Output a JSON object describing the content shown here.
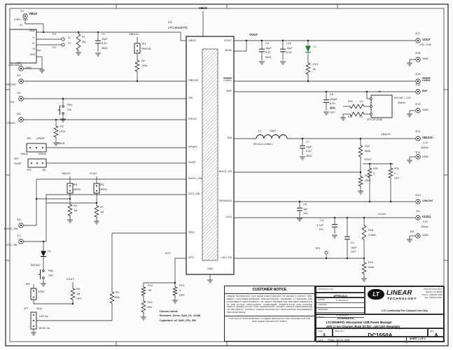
{
  "page": {
    "ink": "#1a1a1a",
    "green": "#1e7d32",
    "bg": "#fcfcfa"
  },
  "labels": [
    [
      "e1-id",
      "E1",
      32,
      14,
      4,
      "m"
    ],
    [
      "e1-net",
      "VBUS",
      41,
      18,
      4.4,
      "b"
    ],
    [
      "e1-range",
      "4.35V - 5.5V",
      20,
      27,
      3.6,
      ""
    ],
    [
      "j1-ref",
      "J1",
      28,
      34,
      4,
      ""
    ],
    [
      "j1-type",
      "USB Mini-B",
      12,
      92,
      3.8,
      ""
    ],
    [
      "j1-pin-vbus",
      "VBUS",
      50,
      43,
      3.2,
      "e"
    ],
    [
      "j1-pin-dm",
      "D-",
      50,
      53,
      3.2,
      "e"
    ],
    [
      "j1-pin-dp",
      "D+",
      50,
      61,
      3.2,
      "e"
    ],
    [
      "j1-pin-id",
      "ID",
      50,
      69,
      3.2,
      "e"
    ],
    [
      "j1-pin-gnd",
      "GND",
      50,
      77,
      3.2,
      "e"
    ],
    [
      "tp1-ref",
      "TP1",
      74,
      48,
      3.6,
      ""
    ],
    [
      "tp1-net",
      "D-",
      97,
      53,
      3.8,
      ""
    ],
    [
      "tp2-ref",
      "TP2",
      74,
      67,
      3.6,
      ""
    ],
    [
      "tp2-net",
      "D+",
      97,
      61,
      3.8,
      ""
    ],
    [
      "e2-id",
      "E2",
      27,
      88,
      4,
      "m"
    ],
    [
      "e2-net",
      "GND",
      36,
      95,
      4,
      ""
    ],
    [
      "r1-ref",
      "R1",
      117,
      52,
      3.8,
      ""
    ],
    [
      "r1-val",
      "1M",
      117,
      59,
      3.8,
      ""
    ],
    [
      "c1-ref",
      "C1",
      145,
      48,
      3.8,
      ""
    ],
    [
      "c1-val",
      "10µF",
      145,
      54.5,
      3.8,
      ""
    ],
    [
      "c1-volt",
      "6.3V",
      145,
      61,
      3.8,
      ""
    ],
    [
      "c1-pkg",
      "0603",
      145,
      67.5,
      3.8,
      ""
    ],
    [
      "vbuck-jp1",
      "VBUCK",
      184,
      47,
      4,
      ""
    ],
    [
      "jp1-ref",
      "JP1",
      202,
      62,
      3.8,
      ""
    ],
    [
      "jp1-fn",
      "PBSTAT",
      202,
      69,
      3.8,
      ""
    ],
    [
      "r2-ref",
      "R2",
      202,
      86,
      3.8,
      ""
    ],
    [
      "r2-val",
      "100k",
      202,
      93,
      3.8,
      ""
    ],
    [
      "e3-id",
      "E3",
      27,
      106,
      4,
      "m"
    ],
    [
      "e3-net",
      "PBSTAT",
      8,
      119,
      4,
      ""
    ],
    [
      "e4-id",
      "E4",
      27,
      131,
      4,
      "m"
    ],
    [
      "e4-net",
      "ON",
      14,
      144,
      4,
      ""
    ],
    [
      "pb1-ref",
      "PB1",
      96,
      149,
      3.8,
      ""
    ],
    [
      "pb1-fn",
      "ON",
      96,
      156,
      3.8,
      ""
    ],
    [
      "e5-id",
      "E5",
      27,
      161,
      4,
      "m"
    ],
    [
      "e5-net",
      "PROG",
      10,
      174,
      4,
      ""
    ],
    [
      "r3-ref",
      "R3",
      86,
      180,
      3.8,
      ""
    ],
    [
      "r3-val",
      "1.87k",
      84,
      187,
      3.8,
      ""
    ],
    [
      "jp2-ref",
      "JP2",
      38,
      197,
      3.8,
      ""
    ],
    [
      "jp2-fn",
      "HPWR",
      52,
      197,
      3.8,
      ""
    ],
    [
      "jp2-opt1",
      "100mA",
      29,
      219,
      3.4,
      ""
    ],
    [
      "jp2-opt2",
      "500mA",
      55,
      219,
      3.4,
      ""
    ],
    [
      "vbus-jp2",
      "VBUS",
      82,
      204,
      3.8,
      ""
    ],
    [
      "jp3-ref",
      "JP3",
      20,
      226,
      3.8,
      ""
    ],
    [
      "jp3-fn",
      "SUSP",
      20,
      233,
      3.8,
      ""
    ],
    [
      "jp3-opt1",
      "OFF",
      38,
      242,
      3.4,
      ""
    ],
    [
      "jp3-opt2",
      "ON",
      60,
      242,
      3.4,
      ""
    ],
    [
      "vbuck-jp4",
      "VBUCK",
      88,
      247,
      3.8,
      ""
    ],
    [
      "vldo-jp5",
      "VLDO",
      128,
      247,
      3.8,
      ""
    ],
    [
      "jp4-ref",
      "JP4",
      104,
      263,
      3.8,
      ""
    ],
    [
      "jp4-open",
      "OPEN",
      104,
      270,
      3.8,
      ""
    ],
    [
      "jp5-ref",
      "JP5",
      142,
      263,
      3.8,
      ""
    ],
    [
      "jp5-open",
      "OPEN",
      142,
      270,
      3.8,
      ""
    ],
    [
      "r4-ref",
      "R4",
      105,
      293,
      3.8,
      ""
    ],
    [
      "r4-val",
      "1M",
      105,
      300,
      3.8,
      ""
    ],
    [
      "r7-ref",
      "R7",
      143,
      295,
      3.8,
      ""
    ],
    [
      "r7-val",
      "1M",
      143,
      302,
      3.8,
      ""
    ],
    [
      "e6-id",
      "E6",
      27,
      312,
      4,
      "m"
    ],
    [
      "e6-net",
      "BUCK_ON",
      6,
      325,
      4,
      ""
    ],
    [
      "e7-id",
      "E7",
      27,
      335,
      4,
      "m"
    ],
    [
      "e7-net",
      "LDO_ON",
      8,
      348,
      4,
      ""
    ],
    [
      "d1-ref",
      "D1",
      68,
      358,
      3.8,
      ""
    ],
    [
      "d1-part",
      "BAT54C",
      44,
      378,
      3.8,
      ""
    ],
    [
      "pb2-ref",
      "PB2",
      69,
      386,
      3.8,
      ""
    ],
    [
      "pb2-fn",
      "OFF",
      69,
      393,
      3.8,
      ""
    ],
    [
      "jp6-ref",
      "JP6",
      36,
      405,
      3.8,
      ""
    ],
    [
      "jp6-fn",
      "STBY",
      54,
      416,
      3.8,
      ""
    ],
    [
      "vout-r8",
      "VOUT",
      95,
      398,
      3.8,
      ""
    ],
    [
      "r8-ref",
      "R8",
      109,
      412,
      3.8,
      ""
    ],
    [
      "r8-val",
      "1M",
      109,
      419,
      3.8,
      ""
    ],
    [
      "r8-opt",
      "OPT",
      109,
      426,
      3.8,
      ""
    ],
    [
      "jp7-ref",
      "JP7",
      34,
      440,
      3.8,
      ""
    ],
    [
      "jp7-fn",
      "SEQ",
      52,
      440,
      3.8,
      ""
    ],
    [
      "jp7-opt1",
      "LDO 1st",
      56,
      451,
      3.4,
      ""
    ],
    [
      "jp7-opt2",
      "BUCK 1st",
      56,
      468,
      3.4,
      ""
    ],
    [
      "r9-ref",
      "R9",
      165,
      417,
      3.8,
      ""
    ],
    [
      "r9-val",
      "100k",
      163,
      424,
      3.8,
      ""
    ],
    [
      "ntc-net",
      "NTC",
      236,
      360,
      4,
      ""
    ],
    [
      "r12-ref",
      "R12",
      211,
      407,
      3.8,
      ""
    ],
    [
      "r12-val",
      "1M",
      211,
      414,
      3.8,
      ""
    ],
    [
      "r11-ref",
      "R11",
      211,
      431,
      3.8,
      ""
    ],
    [
      "r11-val",
      "100k",
      209,
      438,
      3.8,
      ""
    ],
    [
      "r13-ref",
      "R13",
      256,
      407,
      3.8,
      ""
    ],
    [
      "r13-val",
      "0",
      256,
      414,
      3.8,
      ""
    ],
    [
      "r13-opt",
      "OPT",
      256,
      421,
      3.8,
      ""
    ],
    [
      "note-1",
      "Unless noted:",
      228,
      443,
      4,
      "b"
    ],
    [
      "note-2",
      "Resistors: Ohms, 0402, 1%, 1/16W",
      228,
      450,
      3.6,
      "b"
    ],
    [
      "note-3",
      "Capacitors: uF, 0402, 10%, 50V",
      228,
      457,
      3.6,
      "b"
    ],
    [
      "vbus-top",
      "VBUS",
      290,
      10,
      4.4,
      "bm"
    ],
    [
      "u1-ref",
      "U1",
      240,
      30,
      4.4,
      ""
    ],
    [
      "u1-part",
      "LTC3553EPD",
      240,
      38,
      4.6,
      ""
    ],
    [
      "ic-gnd",
      "GND",
      300,
      383,
      3.8,
      "m"
    ],
    [
      "pin-vbus",
      "VBUS",
      269,
      56,
      4,
      ""
    ],
    [
      "pin-pbstat",
      "PBSTAT",
      269,
      113,
      4,
      ""
    ],
    [
      "pin-on",
      "ON",
      269,
      138,
      4,
      ""
    ],
    [
      "pin-prog",
      "PROG",
      269,
      168,
      4,
      ""
    ],
    [
      "pin-hpwr",
      "HPWR",
      269,
      208,
      4,
      ""
    ],
    [
      "pin-susp",
      "SUSP",
      269,
      230,
      4,
      ""
    ],
    [
      "pin-buckon",
      "BUCK_ON",
      269,
      253,
      4,
      ""
    ],
    [
      "pin-ldoon",
      "LDO_ON",
      269,
      275,
      4,
      ""
    ],
    [
      "pin-seq",
      "SEQ",
      269,
      330,
      4,
      ""
    ],
    [
      "pin-ntc",
      "NTC",
      269,
      366,
      4,
      ""
    ],
    [
      "pin-vout",
      "VOUT",
      331,
      56,
      4,
      "e"
    ],
    [
      "pin-bvin",
      "BVIN",
      331,
      70,
      4,
      "e"
    ],
    [
      "pin-chrg",
      "CHRG",
      331,
      113,
      4,
      "eo"
    ],
    [
      "pin-bat",
      "BAT",
      331,
      128,
      4,
      "e"
    ],
    [
      "pin-sw",
      "SW",
      331,
      195,
      4,
      "e"
    ],
    [
      "pin-buckfb",
      "BUCK_FB",
      331,
      243,
      4,
      "e"
    ],
    [
      "pin-bvinldo",
      "BVINLDO",
      331,
      285,
      4,
      "e"
    ],
    [
      "pin-ldo",
      "LDO",
      331,
      308,
      4,
      "e"
    ],
    [
      "pin-ldofb",
      "LDO_FB",
      331,
      366,
      4,
      "e"
    ],
    [
      "vout-top",
      "VOUT",
      356,
      48,
      4.4,
      "b"
    ],
    [
      "c9-ref",
      "C9",
      379,
      61,
      3.8,
      ""
    ],
    [
      "c9-val",
      "10µF",
      379,
      67.5,
      3.8,
      ""
    ],
    [
      "c9-volt",
      "6.3V",
      379,
      74,
      3.8,
      ""
    ],
    [
      "c9-pkg",
      "0402",
      379,
      80.5,
      3.8,
      ""
    ],
    [
      "c10-ref",
      "C10",
      409,
      61,
      3.8,
      ""
    ],
    [
      "c10-val",
      "10µF",
      409,
      67.5,
      3.8,
      ""
    ],
    [
      "c10-volt",
      "6.3V",
      409,
      74,
      3.8,
      ""
    ],
    [
      "d2-ref",
      "D2",
      447,
      66,
      3.8,
      "g"
    ],
    [
      "r23-ref",
      "R23",
      447,
      91,
      3.8,
      ""
    ],
    [
      "r23-val",
      "5k",
      447,
      98,
      3.8,
      ""
    ],
    [
      "e17-id",
      "E17",
      597,
      46,
      4,
      "m"
    ],
    [
      "e17-net",
      "VOUT",
      603,
      55,
      4.3,
      "b"
    ],
    [
      "e17-sub1",
      "3.9V - 5.5V",
      599,
      63,
      3.4,
      ""
    ],
    [
      "e16-id",
      "E16",
      597,
      74,
      4,
      "m"
    ],
    [
      "e16-net",
      "GND",
      603,
      82,
      4,
      ""
    ],
    [
      "e18-id",
      "E18",
      597,
      104,
      4,
      "m"
    ],
    [
      "e18-net",
      "CHRG",
      603,
      113,
      4,
      "bo"
    ],
    [
      "e14-id",
      "E14",
      597,
      119,
      4,
      "m"
    ],
    [
      "e14-net",
      "BAT",
      603,
      128,
      4,
      "b"
    ],
    [
      "vfloat-1",
      "VFLOAT = 4.2V",
      563,
      139,
      3.4,
      ""
    ],
    [
      "vfloat-2",
      "500mA",
      568,
      145.5,
      3.4,
      ""
    ],
    [
      "c8-ref",
      "C8",
      471,
      134,
      3.8,
      ""
    ],
    [
      "c8-val",
      "100µF",
      471,
      140.5,
      3.8,
      ""
    ],
    [
      "c8-volt",
      "6.3V",
      471,
      147,
      3.8,
      ""
    ],
    [
      "c8-pkg",
      "1206",
      471,
      153.5,
      3.8,
      ""
    ],
    [
      "c8-opt",
      "OPT",
      471,
      160,
      3.8,
      ""
    ],
    [
      "j2-ref",
      "J2",
      540,
      129,
      4,
      ""
    ],
    [
      "j2-part",
      "DF3-3P-2DSA",
      524,
      170,
      3.5,
      ""
    ],
    [
      "r30-ref",
      "R30",
      497,
      144,
      3.6,
      ""
    ],
    [
      "r30-val",
      "1.0",
      513,
      144,
      3.6,
      ""
    ],
    [
      "r31-ref",
      "R31",
      497,
      166,
      3.6,
      ""
    ],
    [
      "r31-val",
      "1.0",
      513,
      166,
      3.6,
      ""
    ],
    [
      "r3x-opt",
      "OPT",
      478,
      153,
      3.6,
      "e"
    ],
    [
      "e13-id",
      "E13",
      597,
      147,
      4,
      "m"
    ],
    [
      "e13-net",
      "GND",
      603,
      155,
      4,
      ""
    ],
    [
      "l1-ref",
      "L1",
      369,
      186,
      3.8,
      ""
    ],
    [
      "l1-val",
      "10µH",
      385,
      186,
      3.8,
      ""
    ],
    [
      "l1-part",
      "EPL2014-103MLC",
      362,
      205,
      3.4,
      ""
    ],
    [
      "c7-ref",
      "C7",
      437,
      202,
      3.8,
      ""
    ],
    [
      "c7-val",
      "10µF",
      437,
      208.5,
      3.8,
      ""
    ],
    [
      "c7-volt",
      "6.3V",
      437,
      215,
      3.8,
      ""
    ],
    [
      "c7-pkg",
      "0603",
      437,
      221.5,
      3.8,
      ""
    ],
    [
      "vbuck-net",
      "VBUCK",
      544,
      190,
      4,
      ""
    ],
    [
      "e12-id",
      "E12",
      597,
      186,
      4,
      "m"
    ],
    [
      "e12-net",
      "VBUCK",
      603,
      195,
      4.3,
      "b"
    ],
    [
      "e12-sub1",
      "1.2V",
      604,
      203,
      3.4,
      ""
    ],
    [
      "e12-sub2",
      "200mA",
      601,
      209.5,
      3.4,
      ""
    ],
    [
      "e11-id",
      "E11",
      597,
      216,
      4,
      "m"
    ],
    [
      "e11-net",
      "GND",
      603,
      222,
      4,
      ""
    ],
    [
      "r19-ref",
      "R19",
      521,
      208,
      3.8,
      ""
    ],
    [
      "r19-val",
      "665k",
      521,
      215,
      3.8,
      ""
    ],
    [
      "r18-ref",
      "R18",
      521,
      250,
      3.8,
      ""
    ],
    [
      "r18-val",
      "332k",
      521,
      257,
      3.8,
      ""
    ],
    [
      "vout-r25",
      "VOUT",
      520,
      227,
      3.8,
      ""
    ],
    [
      "r25-ref",
      "R25",
      533,
      240,
      3.6,
      ""
    ],
    [
      "r25-val",
      "0",
      533,
      247,
      3.6,
      ""
    ],
    [
      "r26-ref",
      "R26",
      563,
      240,
      3.6,
      ""
    ],
    [
      "r26-val",
      "0",
      563,
      247,
      3.6,
      ""
    ],
    [
      "r26-opt",
      "OPT",
      563,
      254,
      3.6,
      ""
    ],
    [
      "e10-id",
      "E10",
      597,
      277,
      4,
      "m"
    ],
    [
      "e10-net",
      "VINLDO",
      603,
      285,
      4,
      "b"
    ],
    [
      "c5-ref",
      "C5",
      433,
      291,
      3.8,
      ""
    ],
    [
      "c5-val",
      "1µF",
      433,
      297.5,
      3.8,
      ""
    ],
    [
      "c5-volt",
      "10V",
      433,
      304,
      3.8,
      ""
    ],
    [
      "c4-ref",
      "C4",
      462,
      314,
      3.8,
      "e"
    ],
    [
      "c4-val",
      "4.7µF",
      462,
      320.5,
      3.8,
      "e"
    ],
    [
      "c4-volt",
      "10V",
      462,
      327,
      3.8,
      "e"
    ],
    [
      "vldo-net",
      "VLDO",
      540,
      304,
      4,
      ""
    ],
    [
      "e9-id",
      "E9",
      597,
      300,
      4,
      "m"
    ],
    [
      "e9-net",
      "VLDO",
      603,
      308,
      4.3,
      "b"
    ],
    [
      "e9-sub1",
      "3.3V",
      604,
      316,
      3.4,
      ""
    ],
    [
      "e9-sub2",
      "150mA",
      601,
      322.5,
      3.4,
      ""
    ],
    [
      "e8-id",
      "E8",
      586,
      329,
      4,
      ""
    ],
    [
      "e8-net",
      "GND",
      603,
      334,
      4,
      ""
    ],
    [
      "r16-ref",
      "R16",
      526,
      328,
      3.8,
      ""
    ],
    [
      "r16-val",
      "2.05M",
      526,
      335,
      3.8,
      ""
    ],
    [
      "r14-ref",
      "R14",
      526,
      374,
      3.8,
      ""
    ],
    [
      "r14-val",
      "649k",
      526,
      381,
      3.8,
      ""
    ],
    [
      "c3-ref",
      "C3",
      501,
      346,
      3.8,
      ""
    ],
    [
      "c3-val",
      "10pF",
      501,
      352.5,
      3.8,
      ""
    ],
    [
      "c3-opt",
      "OPT",
      501,
      359,
      3.8,
      ""
    ],
    [
      "tp5-ref",
      "TP5",
      450,
      354,
      3.8,
      ""
    ]
  ],
  "customer_notice": {
    "title": "CUSTOMER NOTICE",
    "body": "LINEAR TECHNOLOGY HAS MADE A BEST EFFORT TO DESIGN A CIRCUIT THAT MEETS CUSTOMER-SUPPLIED SPECIFICATIONS; HOWEVER, IT REMAINS THE CUSTOMER'S RESPONSIBILITY TO VERIFY PROPER AND RELIABLE OPERATION IN THE ACTUAL APPLICATION. COMPONENT SUBSTITUTION AND PRINTED CIRCUIT BOARD LAYOUT MAY SIGNIFICANTLY AFFECT CIRCUIT PERFORMANCE OR RELIABILITY. CONTACT LINEAR TECHNOLOGY APPLICATIONS ENGINEERING FOR ASSISTANCE.",
    "footer": "THIS CIRCUIT IS PROPRIETARY TO LINEAR TECHNOLOGY AND SUPPLIED FOR USE WITH LINEAR TECHNOLOGY PARTS."
  },
  "title_block": {
    "contract_label": "CONTRACT NO.",
    "approvals_label": "APPROVALS",
    "approvals": [
      {
        "label": "DRAWN",
        "value": "G. Barbehenn"
      },
      {
        "label": "CHECKED",
        "value": ""
      },
      {
        "label": "DESIGNED",
        "value": ""
      },
      {
        "label": "APPROVED",
        "value": "G. Barbehenn"
      }
    ],
    "logo_text": "LT",
    "brand_line1": "LINEAR",
    "brand_line2": "TECHNOLOGY",
    "address": [
      "1630 McCarthy Blvd.",
      "Milpitas, CA 95035",
      "Phone: (408)432-1900",
      "Fax: (408)434-0507"
    ],
    "confidential": "LTC Confidential For Customer Use Only",
    "title_label": "TITLE:",
    "title_line1": "SCHEMATIC,",
    "title_line2": "LTC3553EPD: Micropower USB Power Manager",
    "title_line3": "with Li-Ion Charger, Buck DC/DC, and LDO Regulator",
    "size_label": "SIZE",
    "size_value": "X",
    "dwg_label": "DWG NO.",
    "dwg_no": "DC1550A",
    "rev_label": "REV",
    "rev_value": "A",
    "date_label": "DATE:",
    "date_value": "Friday, July 04, 2008",
    "sheet_label": "SHEET  1  OF  1"
  }
}
